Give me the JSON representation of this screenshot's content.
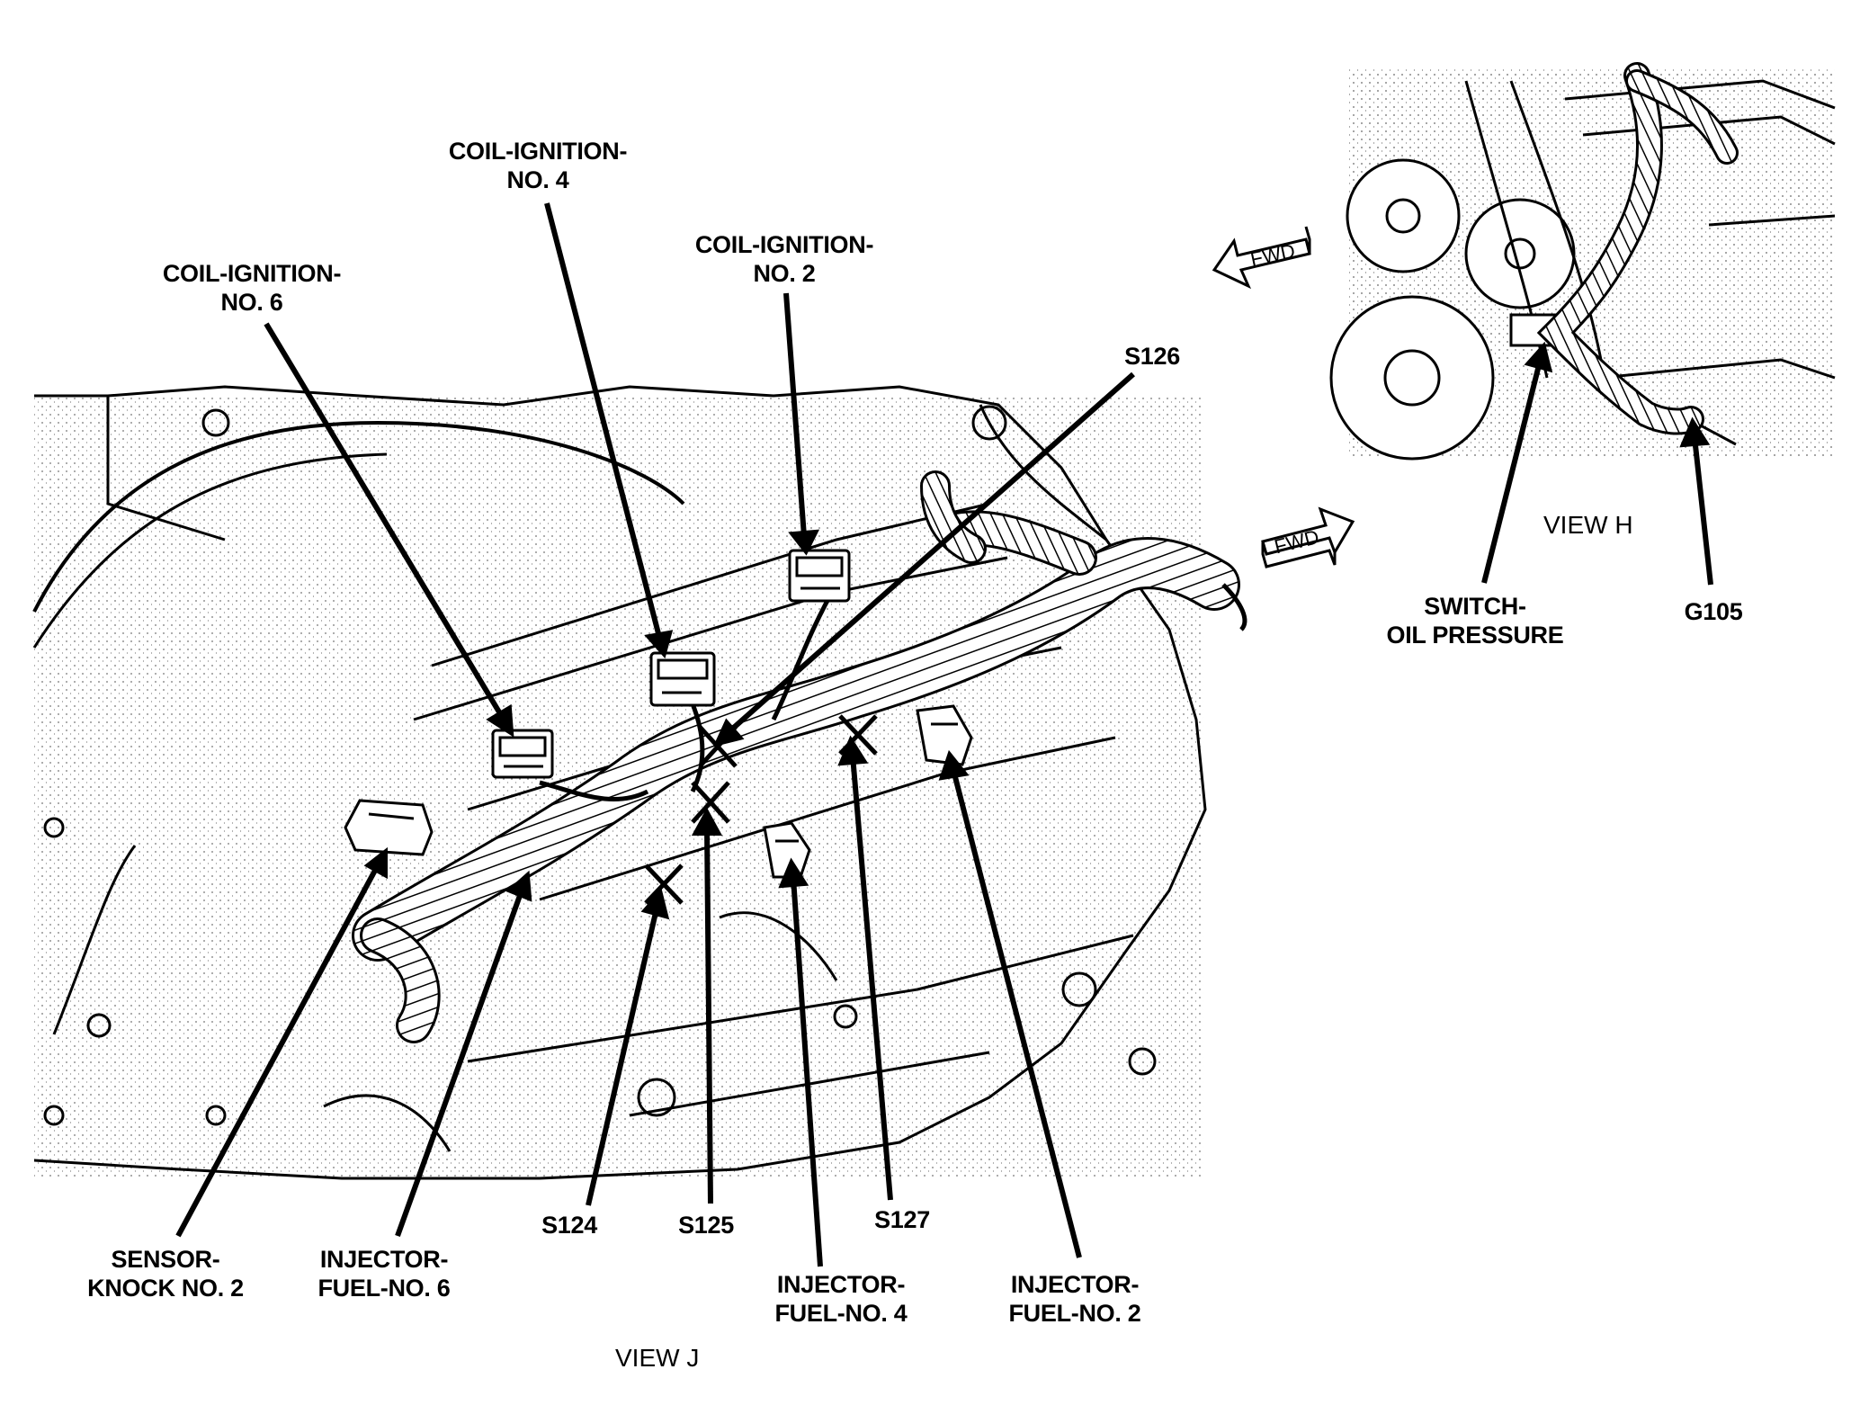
{
  "view_j": {
    "title": "VIEW J",
    "fwd": "FWD",
    "labels": {
      "coil6": [
        "COIL-IGNITION-",
        "NO. 6"
      ],
      "coil4": [
        "COIL-IGNITION-",
        "NO. 4"
      ],
      "coil2": [
        "COIL-IGNITION-",
        "NO. 2"
      ],
      "s126": "S126",
      "knock2": [
        "SENSOR-",
        "KNOCK NO. 2"
      ],
      "inj6": [
        "INJECTOR-",
        "FUEL-NO. 6"
      ],
      "s124": "S124",
      "s125": "S125",
      "s127": "S127",
      "inj4": [
        "INJECTOR-",
        "FUEL-NO. 4"
      ],
      "inj2": [
        "INJECTOR-",
        "FUEL-NO. 2"
      ]
    }
  },
  "view_h": {
    "title": "VIEW H",
    "fwd": "FWD",
    "labels": {
      "oil_switch": [
        "SWITCH-",
        "OIL PRESSURE"
      ],
      "g105": "G105"
    }
  }
}
